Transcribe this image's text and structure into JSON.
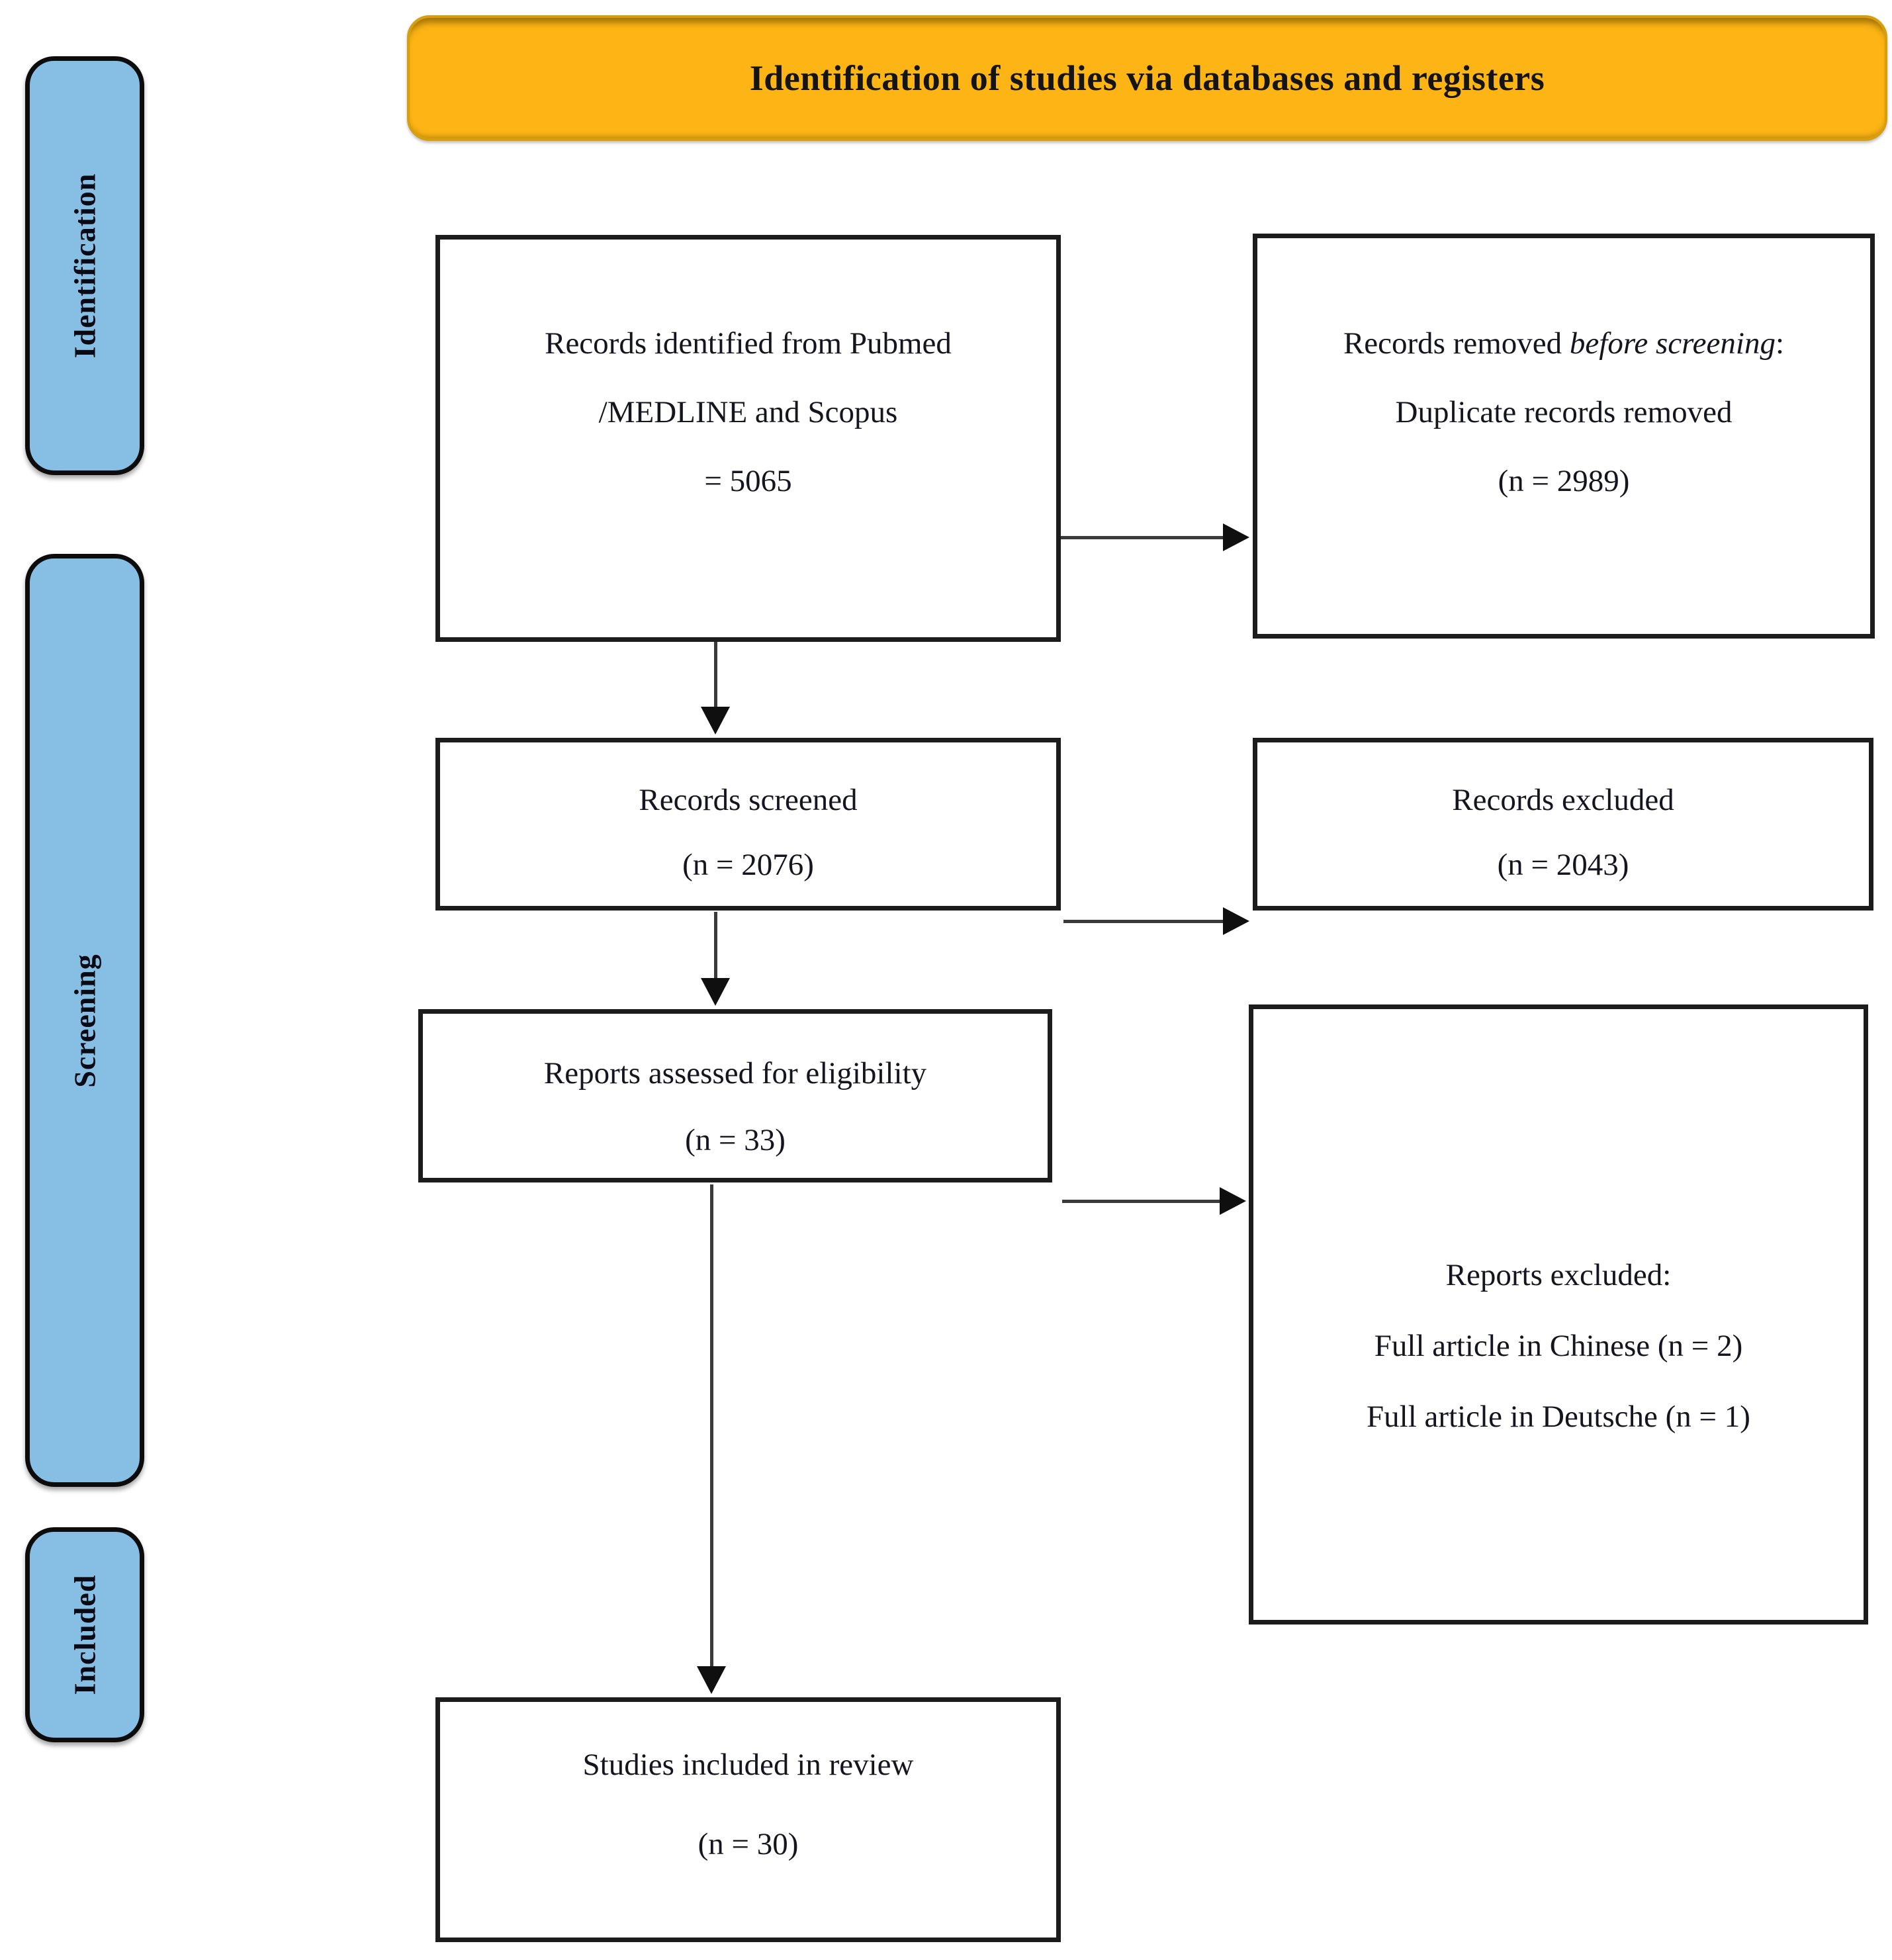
{
  "banner": {
    "title": "Identification of studies via databases and registers"
  },
  "sidebar": {
    "stages": [
      {
        "label": "Identification"
      },
      {
        "label": "Screening"
      },
      {
        "label": "Included"
      }
    ]
  },
  "boxes": {
    "identified": {
      "lines": [
        "Records identified from Pubmed",
        "/MEDLINE and Scopus",
        "= 5065"
      ]
    },
    "removed": {
      "line1_prefix": "Records removed ",
      "line1_italic": "before screening",
      "line1_suffix": ":",
      "line2": "Duplicate records removed",
      "line3": "(n = 2989)"
    },
    "screened": {
      "lines": [
        "Records screened",
        "(n = 2076)"
      ]
    },
    "excluded": {
      "lines": [
        "Records excluded",
        "(n = 2043)"
      ]
    },
    "assessed": {
      "lines": [
        "Reports assessed for eligibility",
        "(n = 33)"
      ]
    },
    "reports_excluded": {
      "lines": [
        "Reports excluded:",
        "Full article in Chinese (n = 2)",
        "Full article in Deutsche (n = 1)"
      ]
    },
    "included_review": {
      "lines": [
        "Studies included in review",
        "(n = 30)"
      ]
    }
  },
  "colors": {
    "banner_fill": "#FCB514",
    "banner_border": "#D89E0E",
    "stage_fill": "#87BEE3",
    "stage_border": "#0C0C0C",
    "box_border": "#1C1C1C",
    "arrow_line": "#3A3A3A",
    "arrow_head": "#0F0F0F",
    "text": "#141414"
  }
}
